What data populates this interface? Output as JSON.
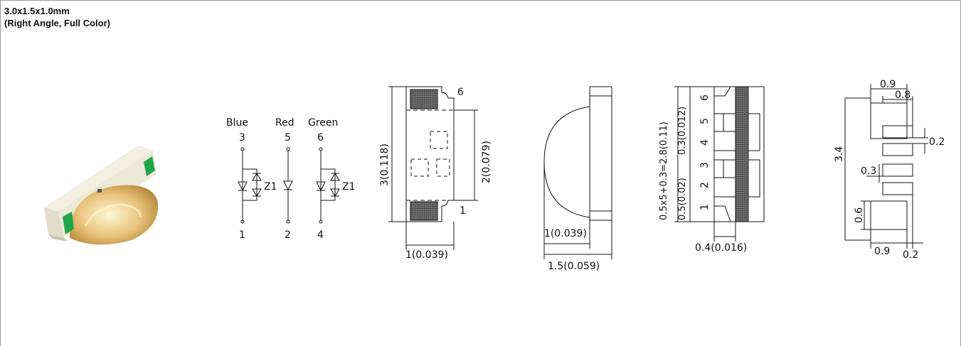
{
  "title": {
    "line1": "3.0x1.5x1.0mm",
    "line2": "(Right Angle, Full Color)"
  },
  "schematic": {
    "channels": [
      {
        "color": "Blue",
        "anode": "3",
        "cathode": "1",
        "zener": "Z1"
      },
      {
        "color": "Red",
        "anode": "5",
        "cathode": "2",
        "zener": ""
      },
      {
        "color": "Green",
        "anode": "6",
        "cathode": "4",
        "zener": "Z1"
      }
    ]
  },
  "front_view": {
    "height_dim": "3(0.118)",
    "inner_dim": "2(0.079)",
    "width_dim": "1(0.039)",
    "pin_top": "6",
    "pin_bottom": "1"
  },
  "side_view": {
    "dim_1": "1(0.039)",
    "dim_2": "1.5(0.059)"
  },
  "back_view": {
    "pitch_dim": "0.5x5+0.3=2.8(0.11)",
    "dim_a": "0.5(0.02)",
    "dim_b": "0.3(0.012)",
    "bottom_dim": "0.4(0.016)",
    "pins": [
      "6",
      "5",
      "4",
      "3",
      "2",
      "1"
    ]
  },
  "footprint": {
    "top_1": "0.9",
    "top_2": "0.8",
    "height": "3.4",
    "gap_right": "0.2",
    "pad_gap": "0.3",
    "pad_height": "0.6",
    "bottom_w": "0.9",
    "bottom_gap": "0.2"
  },
  "colors": {
    "green_pad": "#1fa64a",
    "dark_fill": "#2a2a2a",
    "body": "#f4f2e8"
  }
}
